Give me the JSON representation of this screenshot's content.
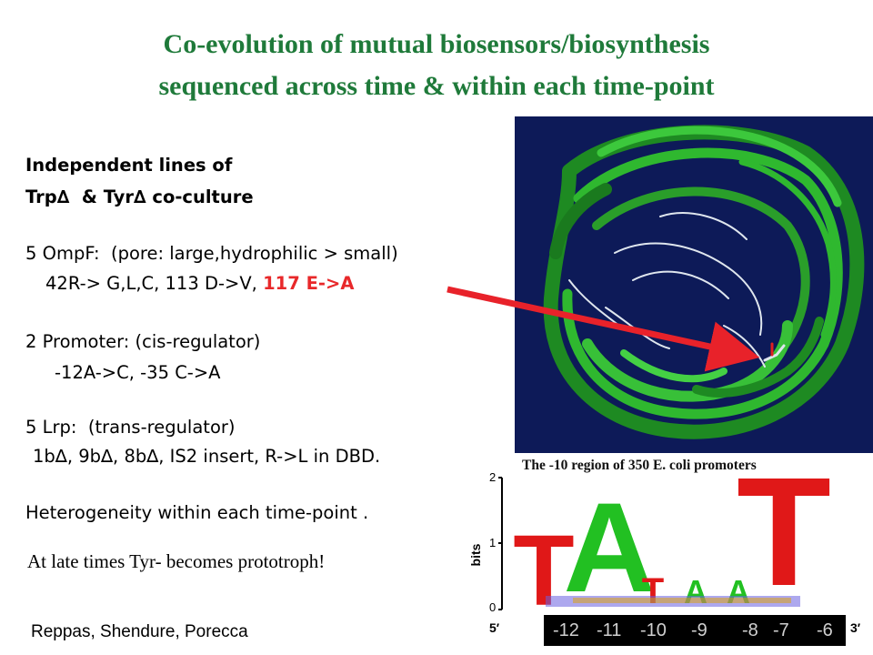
{
  "title": {
    "line1": "Co-evolution of mutual biosensors/biosynthesis",
    "line2": "sequenced across time & within each time-point"
  },
  "body": {
    "heading1": "Independent lines of",
    "heading2": "Trp∆  & Tyr∆ co-culture",
    "ompf_label": "5 OmpF:  (pore: large,hydrophilic > small)",
    "ompf_mutations": "42R-> G,L,C, 113 D->V, ",
    "ompf_highlight": "117 E->A",
    "promoter_label": "2 Promoter: (cis-regulator)",
    "promoter_mutations": "-12A->C, -35 C->A",
    "lrp_label": "5 Lrp:  (trans-regulator)",
    "lrp_mutations": "1b∆, 9b∆, 8b∆, IS2 insert, R->L in DBD.",
    "heterogeneity": "Heterogeneity within each time-point .",
    "late_times": "At late times Tyr- becomes prototroph!",
    "credits": "Reppas, Shendure, Porecca"
  },
  "logo": {
    "caption": "The -10 region of 350 E. coli promoters",
    "ylabel": "bits",
    "yticks": [
      "2",
      "1",
      "0"
    ],
    "end5": "5′",
    "end3": "3′",
    "positions": [
      "-12",
      "-11",
      "-10",
      "-9",
      "-8",
      "-7",
      "-6"
    ],
    "letters": [
      "T",
      "A",
      "T",
      "A",
      "A",
      "T"
    ]
  },
  "colors": {
    "title": "#1f7a3a",
    "highlight": "#e8282a",
    "protein_bg": "#0d1a58",
    "logo_green": "#22c022",
    "logo_red": "#e01818"
  }
}
